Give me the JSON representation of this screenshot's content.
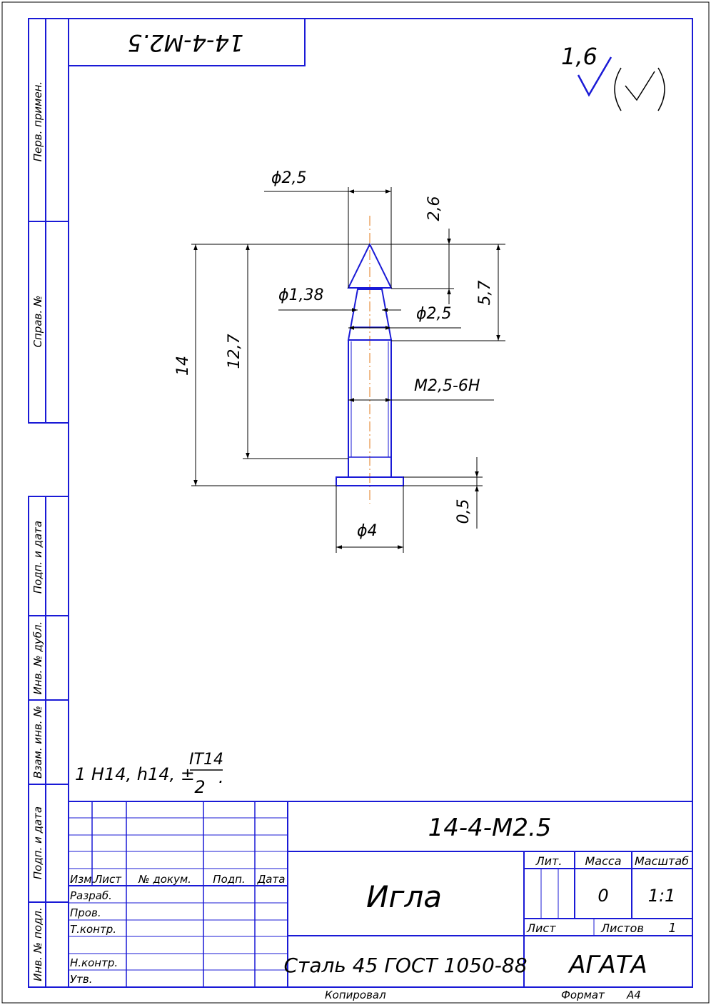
{
  "side_labels": {
    "perv_primen": "Перв. примен.",
    "sprav_no": "Справ. №",
    "podp_i_data_1": "Подп. и дата",
    "inv_no_dubl": "Инв. № дубл.",
    "vzam_inv_no": "Взам. инв. №",
    "podp_i_data_2": "Подп. и дата",
    "inv_no_podl": "Инв. № подл."
  },
  "top_designation": "14-4-M2.5",
  "roughness": {
    "value": "1,6"
  },
  "dimensions": {
    "d_top": "ϕ2,5",
    "tip_len": "2,6",
    "d_neck": "ϕ1,38",
    "d_mid": "ϕ2,5",
    "len_57": "5,7",
    "len_14": "14",
    "len_127": "12,7",
    "thread": "M2,5-6H",
    "head_h": "0,5",
    "d_head": "ϕ4"
  },
  "tolerance_note": {
    "prefix": "1 H14, h14, ±",
    "numerator": "IT14",
    "denominator": "2",
    "suffix": "."
  },
  "title_block": {
    "designation": "14-4-M2.5",
    "name": "Игла",
    "material": "Сталь 45 ГОСТ 1050-88",
    "org": "АГАТА",
    "headers": {
      "izm": "Изм.",
      "list": "Лист",
      "no_dokum": "№ докум.",
      "podp": "Подп.",
      "data": "Дата"
    },
    "roles": {
      "razrab": "Разраб.",
      "prov": "Пров.",
      "t_kontr": "Т.контр.",
      "n_kontr": "Н.контр.",
      "utv": "Утв."
    },
    "lit_label": "Лит.",
    "massa_label": "Масса",
    "masshtab_label": "Масштаб",
    "massa_value": "0",
    "masshtab_value": "1:1",
    "list_label": "Лист",
    "listov_label": "Листов",
    "listov_value": "1"
  },
  "footer": {
    "kopiroval": "Копировал",
    "format_label": "Формат",
    "format_value": "A4"
  },
  "colors": {
    "frame": "#1a1ad6",
    "axis": "#e07a1a",
    "text": "#000000"
  }
}
